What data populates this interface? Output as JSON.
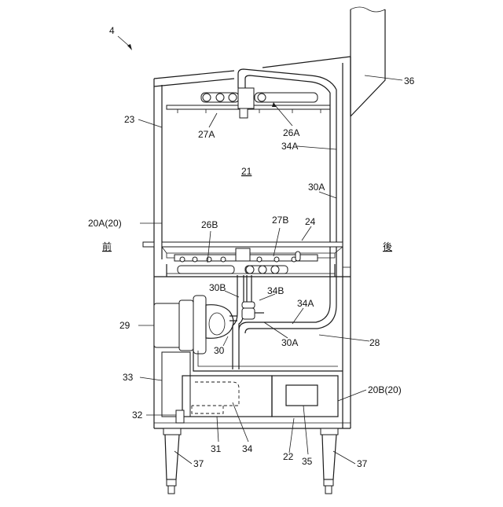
{
  "labels": {
    "fig_ref": "4",
    "n36": "36",
    "n23": "23",
    "n27A": "27A",
    "n26A": "26A",
    "n34A_top": "34A",
    "n21": "21",
    "n30A_top": "30A",
    "n20A": "20A(20)",
    "n26B": "26B",
    "n27B": "27B",
    "n24": "24",
    "front": "前",
    "rear": "後",
    "n30B": "30B",
    "n34B": "34B",
    "n34A_mid": "34A",
    "n29": "29",
    "n30": "30",
    "n30A_mid": "30A",
    "n28": "28",
    "n33": "33",
    "n20B": "20B(20)",
    "n32": "32",
    "n31": "31",
    "n34": "34",
    "n22": "22",
    "n35": "35",
    "n37_left": "37",
    "n37_right": "37"
  }
}
